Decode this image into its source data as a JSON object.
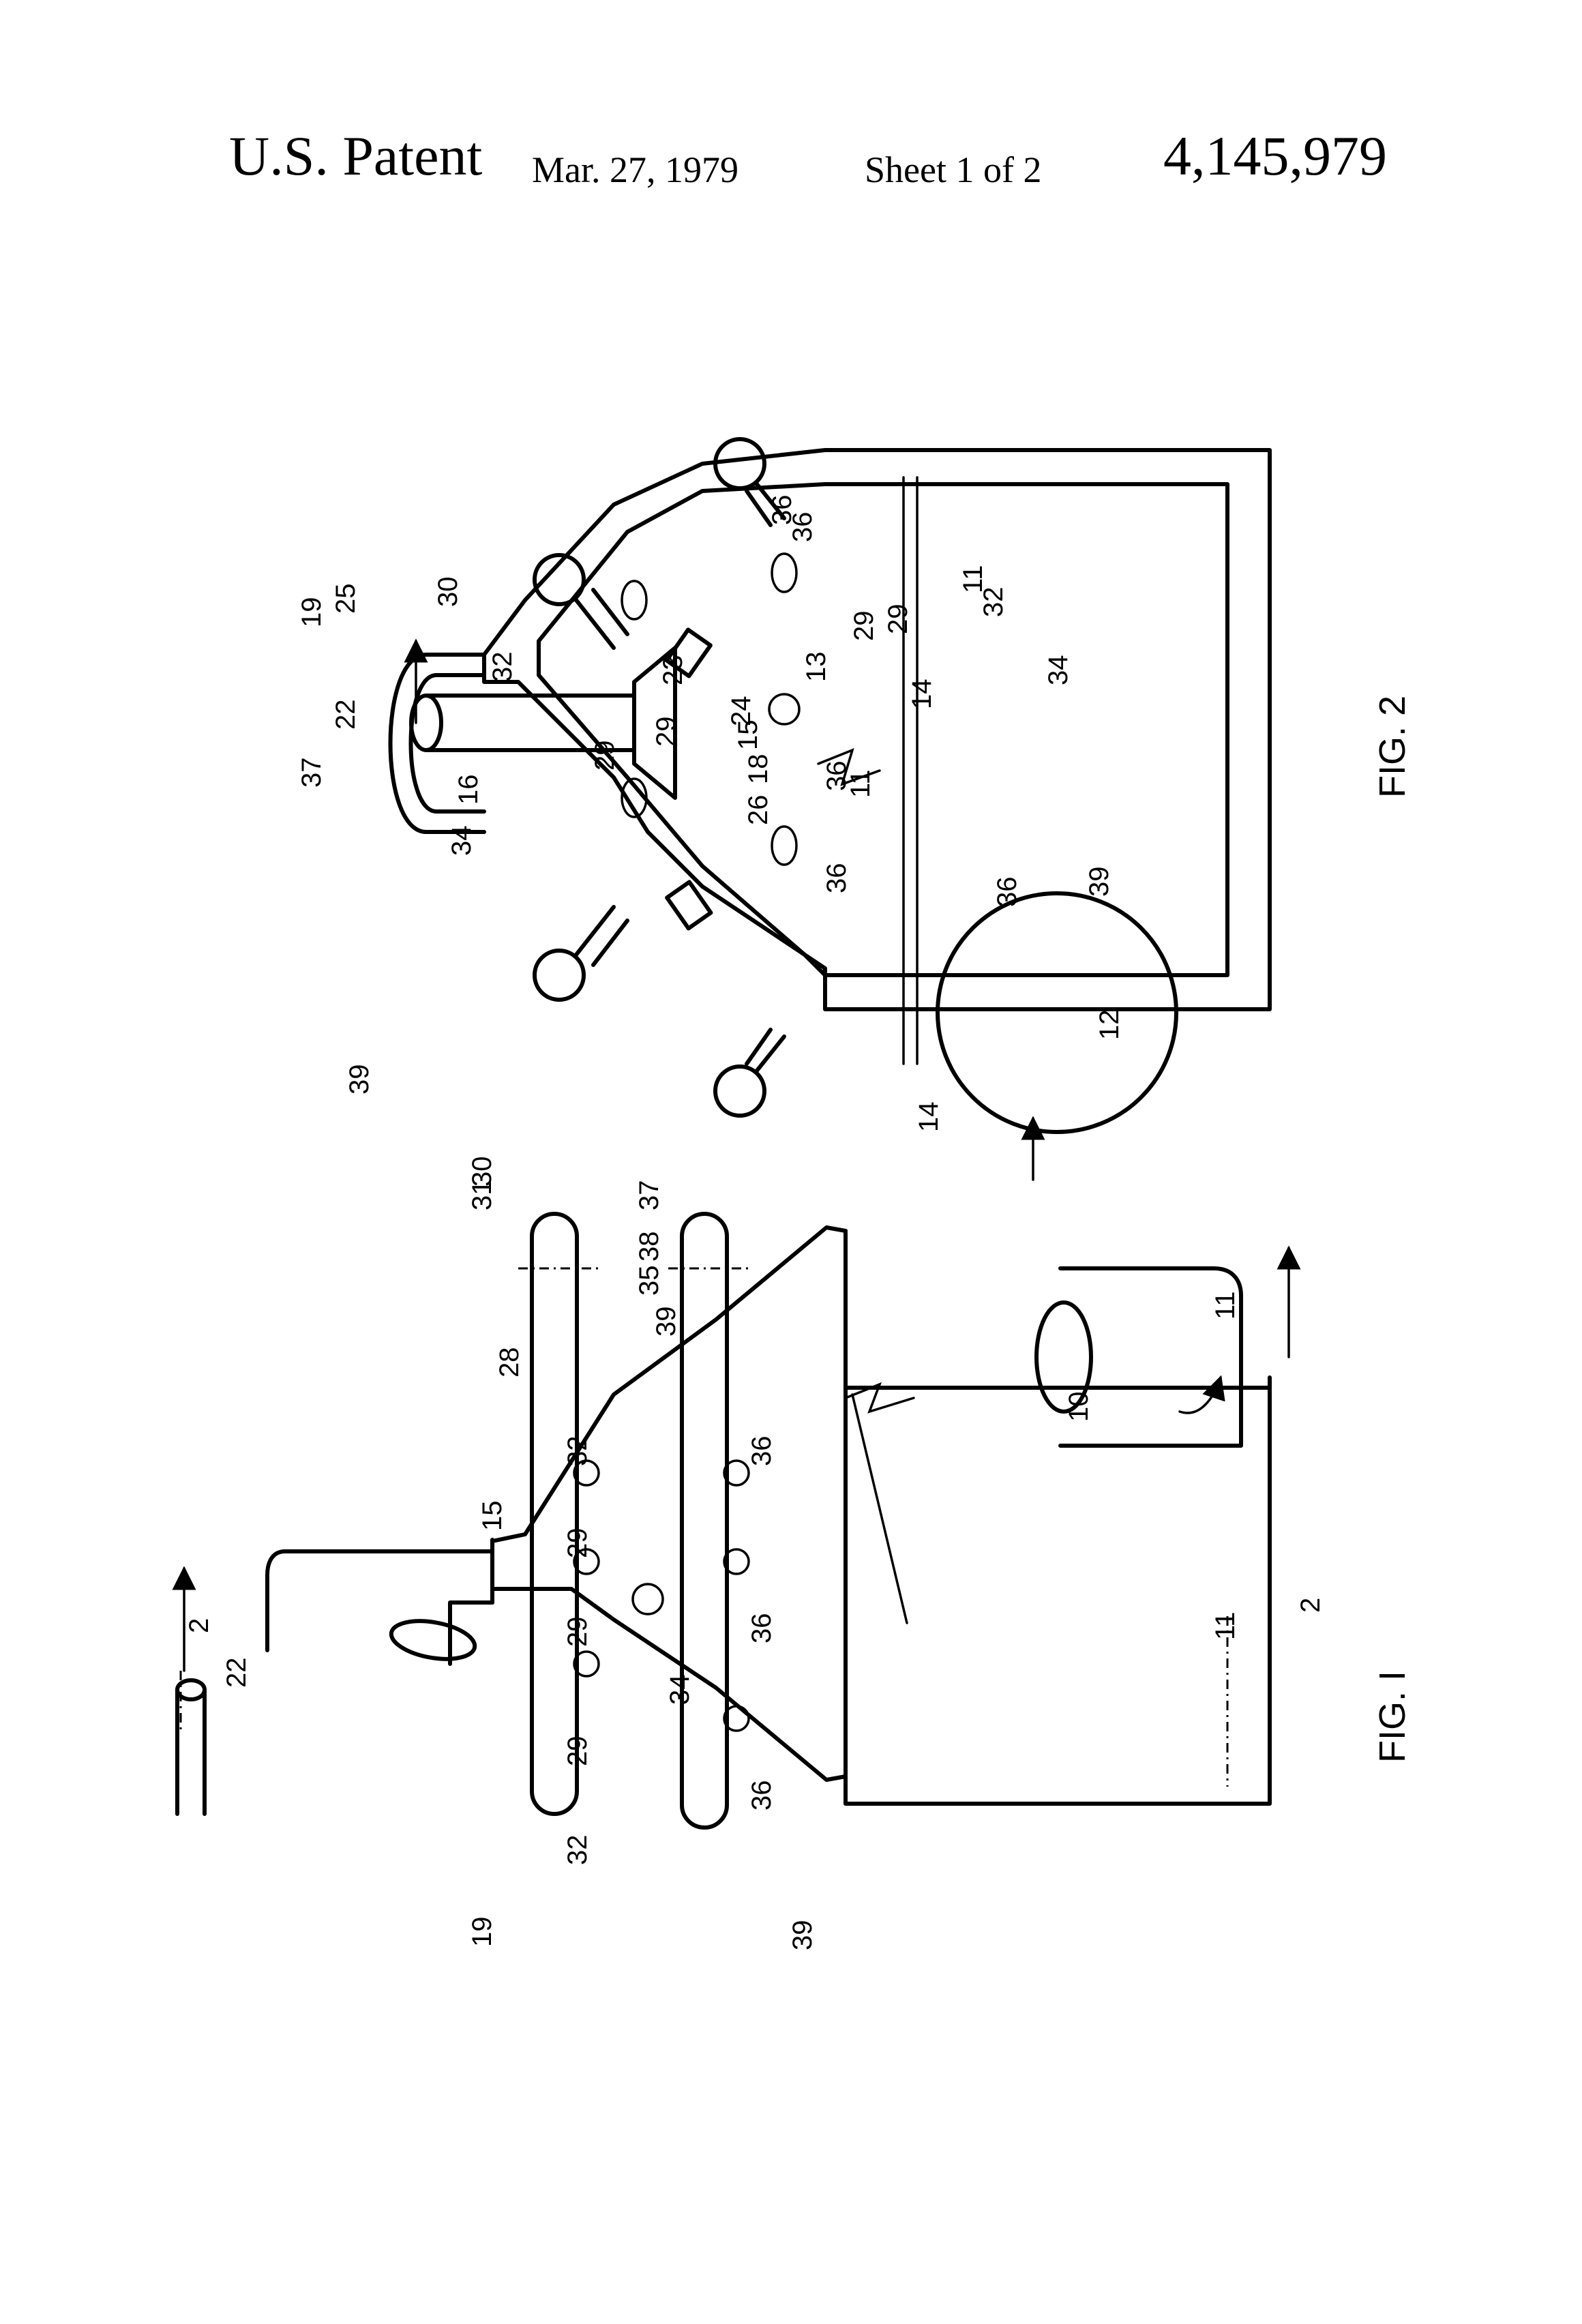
{
  "header": {
    "patent_label": "U.S. Patent",
    "date": "Mar. 27, 1979",
    "sheet": "Sheet 1 of 2",
    "patent_number": "4,145,979"
  },
  "figures": {
    "fig1": {
      "caption": "FIG. I",
      "section_marker": "2",
      "labels": [
        "10",
        "11",
        "11",
        "14",
        "15",
        "19",
        "22",
        "28",
        "29",
        "29",
        "29",
        "30",
        "31",
        "32",
        "32",
        "34",
        "35",
        "36",
        "36",
        "36",
        "37",
        "38",
        "39",
        "39"
      ]
    },
    "fig2": {
      "caption": "FIG. 2",
      "labels": [
        "11",
        "11",
        "12",
        "13",
        "14",
        "15",
        "16",
        "18",
        "19",
        "22",
        "23",
        "24",
        "25",
        "26",
        "29",
        "29",
        "29",
        "29",
        "30",
        "32",
        "32",
        "34",
        "34",
        "36",
        "36",
        "36",
        "36",
        "36",
        "37",
        "39",
        "39"
      ]
    }
  }
}
